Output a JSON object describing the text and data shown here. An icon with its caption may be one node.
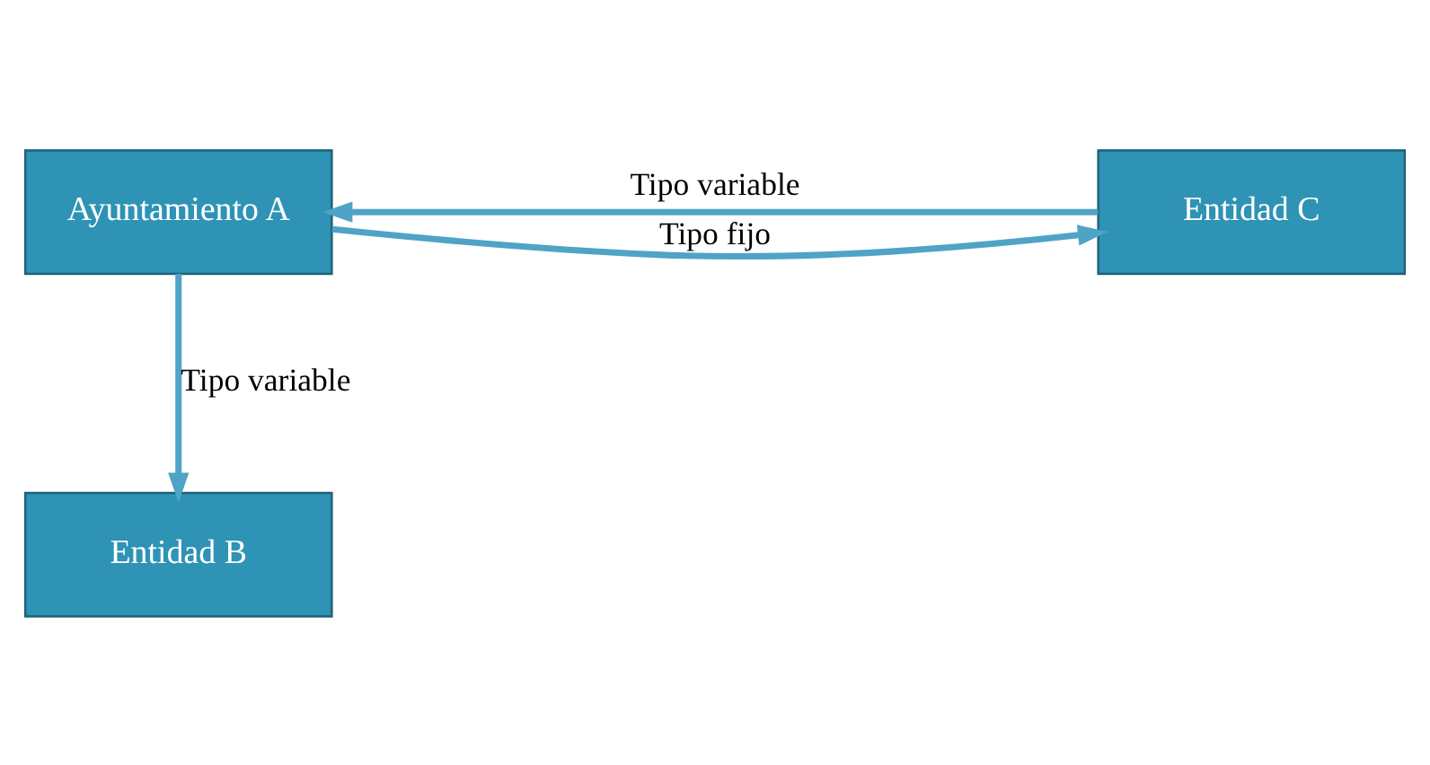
{
  "diagram": {
    "nodes": [
      {
        "text": [
          "Ayuntamiento A"
        ]
      },
      {
        "text": [
          "Entidad C"
        ]
      },
      {
        "text": [
          "Entidad B"
        ]
      }
    ],
    "edges": [
      {
        "from": 0,
        "to": 1,
        "arrow": "to",
        "label": "Tipo fijo"
      },
      {
        "from": 1,
        "to": 0,
        "arrow": "to",
        "label": "Tipo variable"
      },
      {
        "from": 0,
        "to": 2,
        "arrow": "to",
        "label": "Tipo variable"
      }
    ]
  }
}
